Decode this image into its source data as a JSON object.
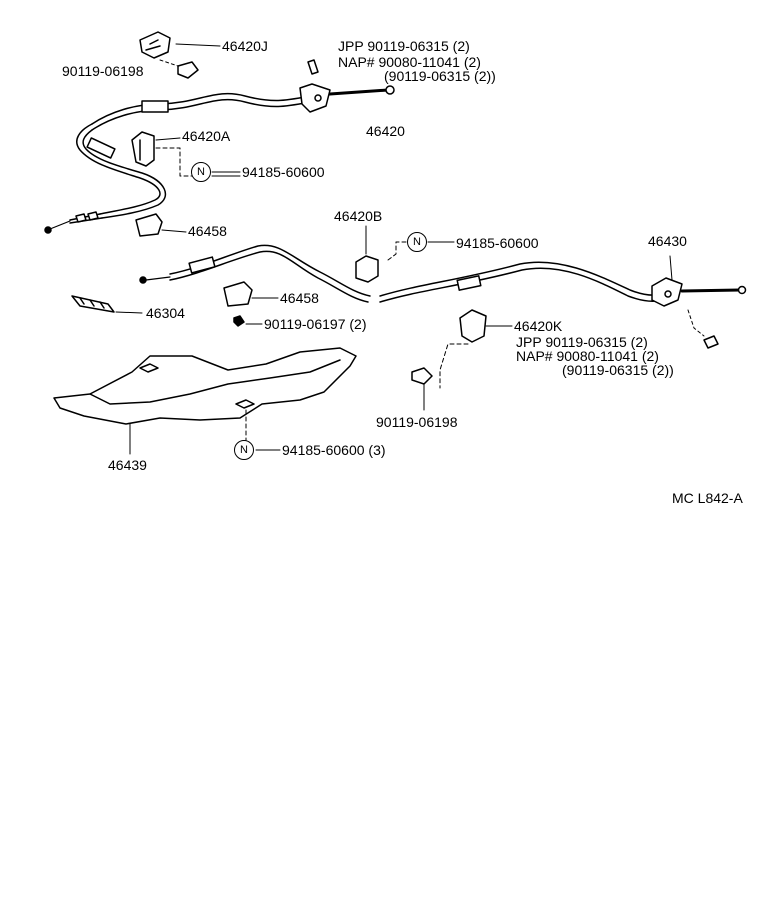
{
  "labels": {
    "p46420J": "46420J",
    "p90119_06198_a": "90119-06198",
    "jpp1": "JPP    90119-06315 (2)",
    "nap1": "NAP# 90080-11041 (2)",
    "alt1": "(90119-06315 (2))",
    "p46420": "46420",
    "p46420A": "46420A",
    "p94185_a": "94185-60600",
    "p46458_a": "46458",
    "p46420B": "46420B",
    "p94185_b": "94185-60600",
    "p46430": "46430",
    "p46458_b": "46458",
    "p46304": "46304",
    "p90119_06197": "90119-06197 (2)",
    "p46420K": "46420K",
    "jpp2": "JPP    90119-06315 (2)",
    "nap2": "NAP# 90080-11041 (2)",
    "alt2": "(90119-06315 (2))",
    "p90119_06198_b": "90119-06198",
    "p94185_c": "94185-60600 (3)",
    "p46439": "46439",
    "ref_code": "MC  L842-A"
  },
  "note_symbol": "N"
}
